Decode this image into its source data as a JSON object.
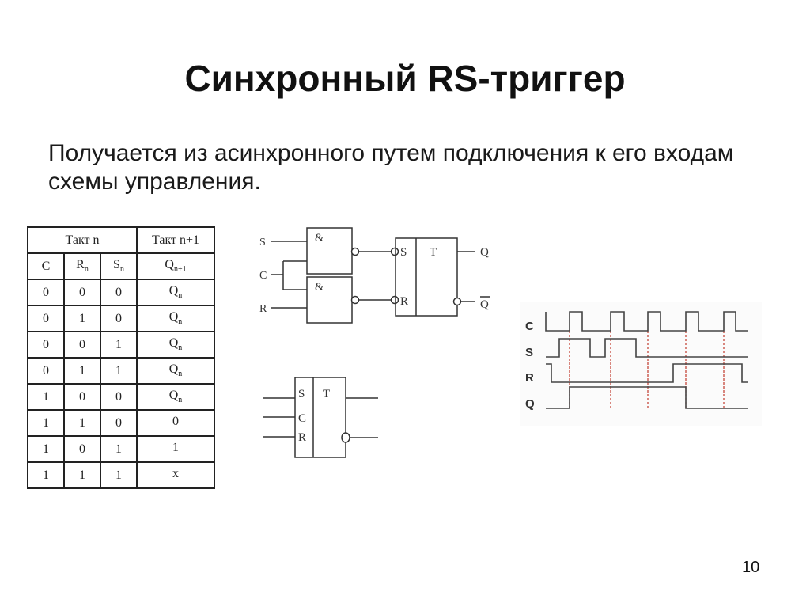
{
  "slide": {
    "title": "Синхронный RS-триггер",
    "description": "Получается из асинхронного путем подключения к его входам схемы управления.",
    "page_number": "10"
  },
  "truth_table": {
    "group_headers": [
      "Такт n",
      "Такт n+1"
    ],
    "columns": [
      {
        "base": "C",
        "sub": ""
      },
      {
        "base": "R",
        "sub": "n"
      },
      {
        "base": "S",
        "sub": "n"
      },
      {
        "base": "Q",
        "sub": "n+1"
      }
    ],
    "rows": [
      {
        "c": "0",
        "r": "0",
        "s": "0",
        "q": "Q",
        "q_sub": "n"
      },
      {
        "c": "0",
        "r": "1",
        "s": "0",
        "q": "Q",
        "q_sub": "n"
      },
      {
        "c": "0",
        "r": "0",
        "s": "1",
        "q": "Q",
        "q_sub": "n"
      },
      {
        "c": "0",
        "r": "1",
        "s": "1",
        "q": "Q",
        "q_sub": "n"
      },
      {
        "c": "1",
        "r": "0",
        "s": "0",
        "q": "Q",
        "q_sub": "n"
      },
      {
        "c": "1",
        "r": "1",
        "s": "0",
        "q": "0",
        "q_sub": ""
      },
      {
        "c": "1",
        "r": "0",
        "s": "1",
        "q": "1",
        "q_sub": ""
      },
      {
        "c": "1",
        "r": "1",
        "s": "1",
        "q": "x",
        "q_sub": ""
      }
    ]
  },
  "circuit": {
    "inputs": [
      "S",
      "C",
      "R"
    ],
    "gate_symbol": "&",
    "trigger_inputs": [
      "S",
      "R"
    ],
    "trigger_label": "T",
    "outputs": [
      "Q",
      "Q"
    ]
  },
  "symbol": {
    "inputs": [
      "S",
      "C",
      "R"
    ],
    "label": "T"
  },
  "timing": {
    "signals": [
      "C",
      "S",
      "R",
      "Q"
    ],
    "colors": {
      "trace": "#444444",
      "marker": "#c0392b"
    }
  }
}
